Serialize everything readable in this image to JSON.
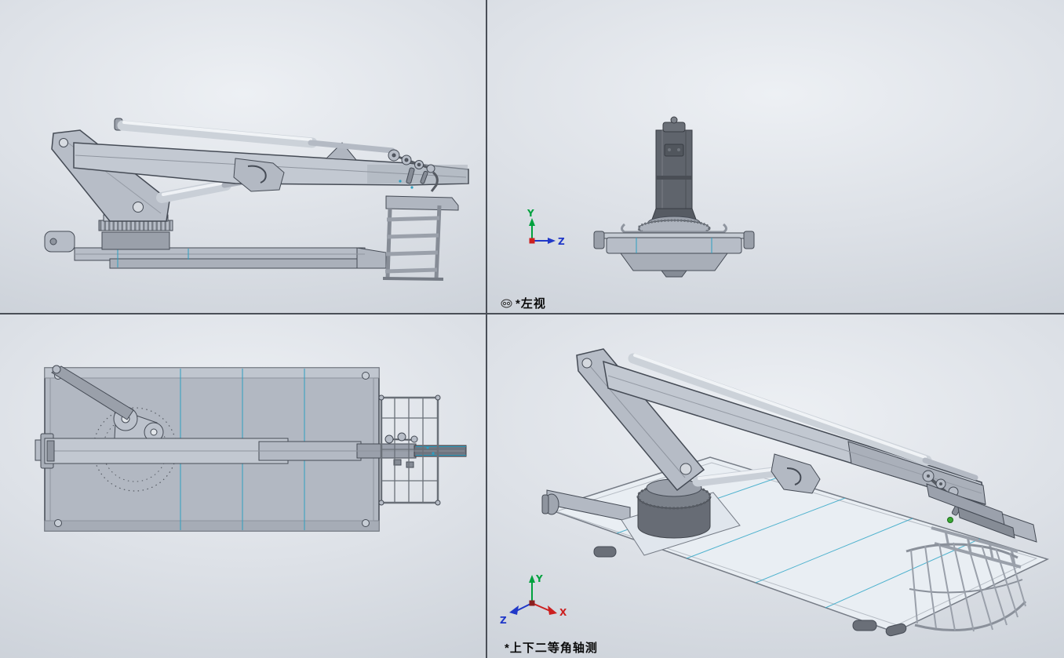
{
  "canvas": {
    "divider_color": "#4a4f57",
    "background_center": "#edf0f4",
    "background_edge": "#c7cdd5"
  },
  "viewport_labels": {
    "left_view": "*左视",
    "isometric_view": "*上下二等角轴测"
  },
  "triad": {
    "x": "X",
    "y": "Y",
    "z": "Z",
    "x_color": "#cc2020",
    "y_color": "#00a13e",
    "z_color": "#2038c8"
  },
  "model_colors": {
    "body": "#b7bdc7",
    "body_light": "#ccd2da",
    "body_dark": "#8f959f",
    "column_dark": "#5f646c",
    "edge": "#454b55",
    "accent_cyan": "#2e9fc0",
    "platform_light": "#e9eef3",
    "sheave_green": "#3aa832"
  }
}
